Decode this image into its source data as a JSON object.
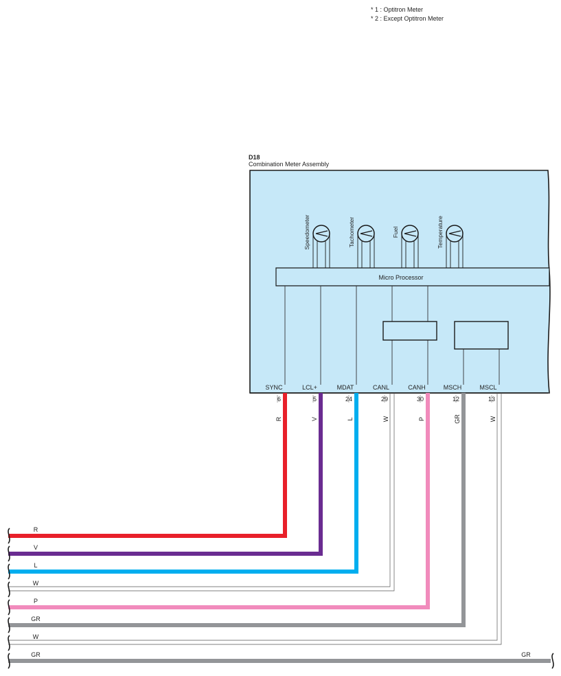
{
  "notes": [
    "* 1 : Optitron Meter",
    "* 2 : Except Optitron Meter"
  ],
  "component": {
    "id": "D18",
    "name": "Combination Meter Assembly"
  },
  "gauges": [
    {
      "label": "Speedometer"
    },
    {
      "label": "Tachometer"
    },
    {
      "label": "Fuel"
    },
    {
      "label": "Temperature"
    }
  ],
  "processor_label": "Micro Processor",
  "pins": [
    {
      "name": "SYNC",
      "number": "6",
      "wire": "R",
      "color": "#e8202a"
    },
    {
      "name": "LCL+",
      "number": "5",
      "wire": "V",
      "color": "#6a2c91"
    },
    {
      "name": "MDAT",
      "number": "24",
      "wire": "L",
      "color": "#00aeef"
    },
    {
      "name": "CANL",
      "number": "29",
      "wire": "W",
      "color": "#ffffff"
    },
    {
      "name": "CANH",
      "number": "30",
      "wire": "P",
      "color": "#f18bbc"
    },
    {
      "name": "MSCH",
      "number": "12",
      "wire": "GR",
      "color": "#939598"
    },
    {
      "name": "MSCL",
      "number": "13",
      "wire": "W",
      "color": "#ffffff"
    }
  ],
  "left_wires": [
    "R",
    "V",
    "L",
    "W",
    "P",
    "GR",
    "W",
    "GR"
  ],
  "bottom_right_label": "GR",
  "colors": {
    "panel_fill": "#c6e8f8",
    "outline": "#1a1a1a"
  }
}
